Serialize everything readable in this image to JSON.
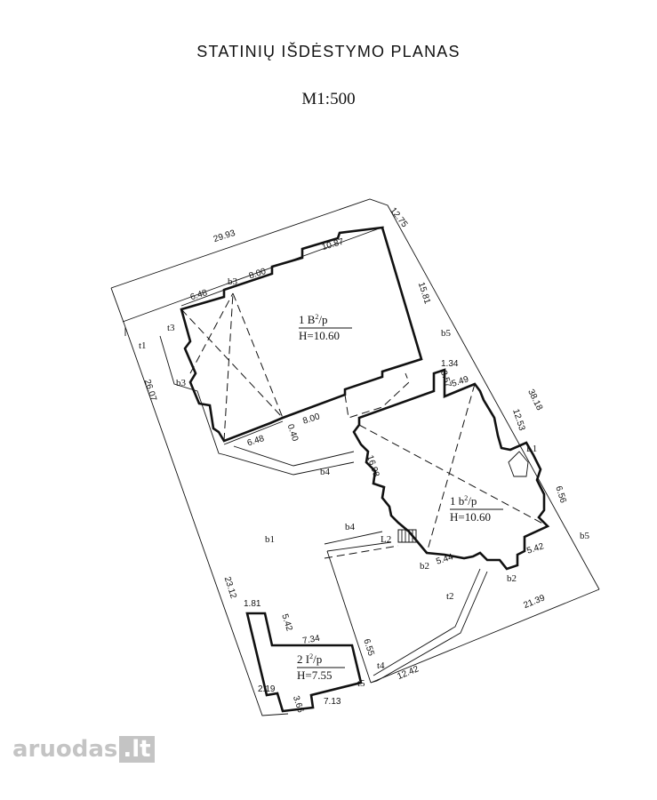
{
  "title": "STATINIŲ IŠDĖSTYMO PLANAS",
  "scale": "M1:500",
  "buildings": [
    {
      "code": "1 B",
      "sup": "2",
      "suffix": "/p",
      "height": "H=10.60"
    },
    {
      "code": "1 b",
      "sup": "2",
      "suffix": "/p",
      "height": "H=10.60"
    },
    {
      "code": "2 I",
      "sup": "2",
      "suffix": "/p",
      "height": "H=7.55"
    }
  ],
  "dimensions": {
    "d_29_93": "29.93",
    "d_12_75": "12.75",
    "d_10_87": "10.87",
    "d_15_81": "15.81",
    "d_6_48_top": "6.48",
    "d_8_00_top": "8.00",
    "d_6_48_bot": "6.48",
    "d_8_00_bot": "8.00",
    "d_0_40": "0.40",
    "d_26_07": "26.07",
    "d_1_34": "1.34",
    "d_3_57": "3.57",
    "d_5_49": "5.49",
    "d_38_18": "38.18",
    "d_12_53": "12.53",
    "d_16_98": "16.98",
    "d_6_56": "6.56",
    "d_5_42_r": "5.42",
    "d_5_44": "5.44",
    "d_21_39": "21.39",
    "d_23_12": "23.12",
    "d_1_81": "1.81",
    "d_5_42_l": "5.42",
    "d_7_34": "7.34",
    "d_6_55": "6.55",
    "d_12_42": "12.42",
    "d_2_19": "2.19",
    "d_3_66": "3.66",
    "d_7_13": "7.13"
  },
  "labels": {
    "b3_top": "b3",
    "b3_left": "b3",
    "t3": "t3",
    "t1": "t1",
    "b5_top": "b5",
    "b5_right": "b5",
    "b4_upper": "b4",
    "b4_lower": "b4",
    "b1": "b1",
    "L1": "L1",
    "L2": "L2",
    "b2_left": "b2",
    "b2_right": "b2",
    "t2": "t2",
    "t4": "t4",
    "t5": "t5"
  },
  "watermark": {
    "brand": "aruodas",
    "tld": ".lt"
  }
}
